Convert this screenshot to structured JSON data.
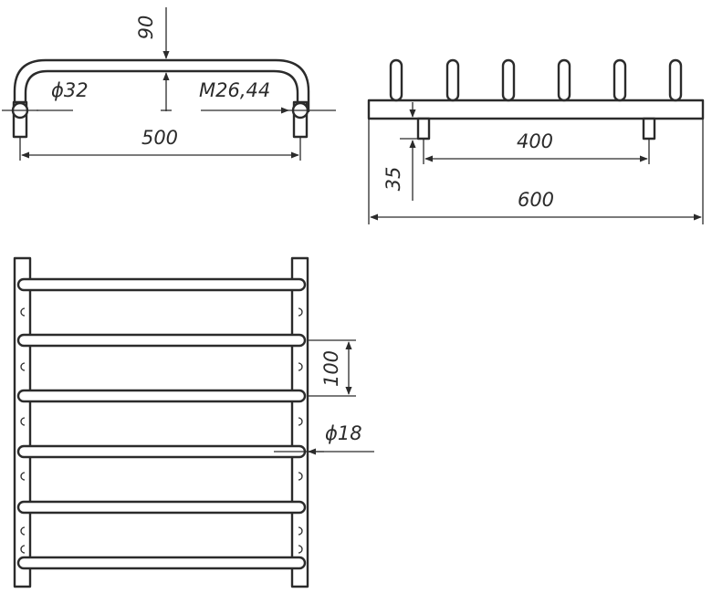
{
  "dimensions": {
    "top_left_height": "90",
    "top_left_pipe_diameter": "ϕ32",
    "top_left_thread": "M26,44",
    "top_left_width": "500",
    "top_right_mount_spacing": "400",
    "top_right_mount_depth": "35",
    "top_right_total_length": "600",
    "front_rung_spacing": "100",
    "front_rung_diameter": "ϕ18"
  },
  "colors": {
    "line": "#2b2b2b",
    "background": "#ffffff"
  }
}
